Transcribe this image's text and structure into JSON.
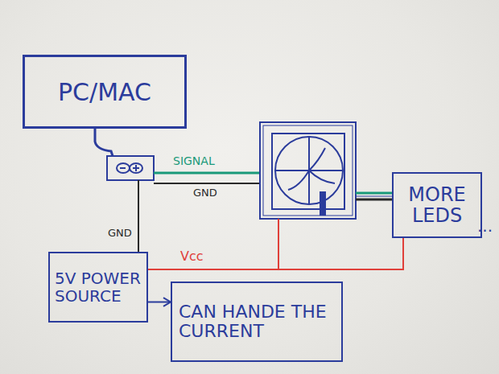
{
  "diagram": {
    "nodes": [
      {
        "text": [
          "PC/MAC"
        ]
      },
      {
        "text": [
          "MORE LEDS"
        ]
      },
      {
        "text": [
          "5V POWER SOURCE"
        ]
      },
      {
        "text": [
          "CAN HANDE THE CURRENT"
        ]
      }
    ],
    "edges": [
      {
        "from": 2,
        "to": 3,
        "arrow": "to"
      },
      {
        "from": 2,
        "to": 1,
        "label": "Vcc",
        "arrow": "none"
      }
    ],
    "labels": [
      "SIGNAL",
      "GND",
      "GND",
      "..."
    ]
  }
}
